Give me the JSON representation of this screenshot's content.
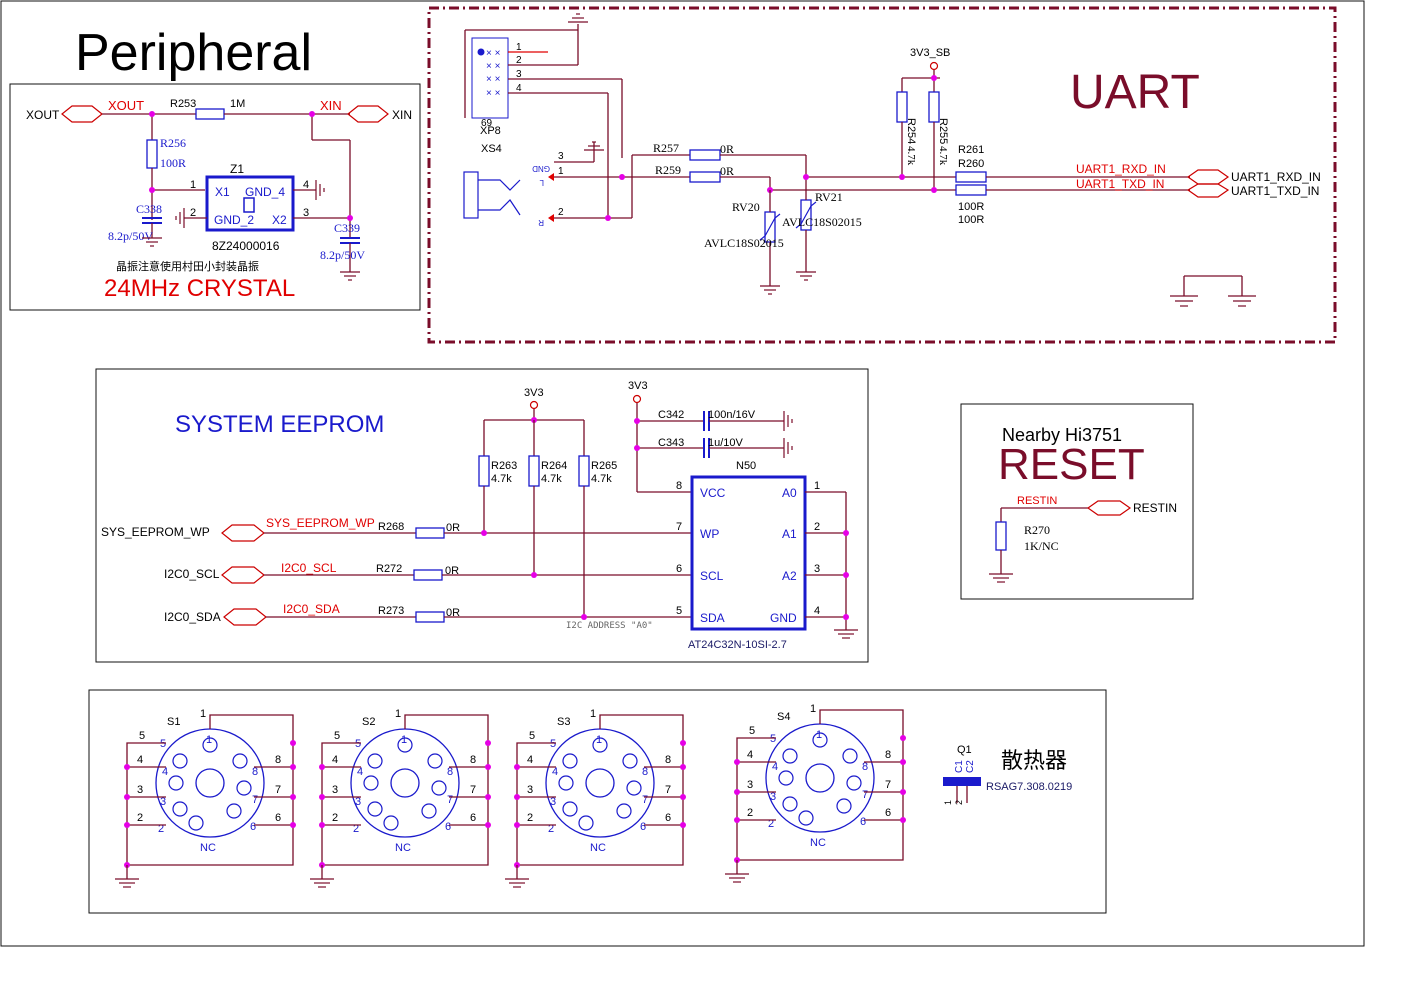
{
  "title": "Peripheral",
  "crystal": {
    "label": "24MHz CRYSTAL",
    "note": "晶振注意使用村田小封装晶振",
    "xout_port": "XOUT",
    "xout_net": "XOUT",
    "xin_port": "XIN",
    "xin_net": "XIN",
    "r253": "R253",
    "r253_val": "1M",
    "r256": "R256",
    "r256_val": "100R",
    "c338": "C338",
    "c338_val": "8.2p/50V",
    "c339": "C339",
    "c339_val": "8.2p/50V",
    "z1": "Z1",
    "z1_part": "8Z24000016",
    "pins": [
      "X1",
      "GND_4",
      "GND_2",
      "X2"
    ],
    "pin_nums": [
      "1",
      "4",
      "2",
      "3"
    ]
  },
  "uart": {
    "label": "UART",
    "xp8": "XP8",
    "xs4": "XS4",
    "xp8_pins": [
      "1",
      "2",
      "3",
      "4"
    ],
    "xp8_pin_69": "69",
    "xs4_pins": [
      "3",
      "1",
      "2"
    ],
    "xs4_side": [
      "GND",
      "L",
      "R"
    ],
    "r257": "R257",
    "r257_val": "0R",
    "r259": "R259",
    "r259_val": "0R",
    "rv20": "RV20",
    "rv21": "RV21",
    "rv_part": "AVLC18S02015",
    "supply": "3V3_SB",
    "r254": "R254",
    "r254_val": "4.7k",
    "r255": "R255",
    "r255_val": "4.7k",
    "r261": "R261",
    "r260": "R260",
    "r261_val": "100R",
    "r260_val": "100R",
    "rxd_net": "UART1_RXD_IN",
    "txd_net": "UART1_TXD_IN",
    "rxd_port": "UART1_RXD_IN",
    "txd_port": "UART1_TXD_IN"
  },
  "eeprom": {
    "label": "SYSTEM EEPROM",
    "supply": "3V3",
    "supply2": "3V3",
    "wp_port": "SYS_EEPROM_WP",
    "wp_net": "SYS_EEPROM_WP",
    "scl_port": "I2C0_SCL",
    "scl_net": "I2C0_SCL",
    "sda_port": "I2C0_SDA",
    "sda_net": "I2C0_SDA",
    "r263": "R263",
    "r264": "R264",
    "r265": "R265",
    "r26x_val": "4.7k",
    "r268": "R268",
    "r272": "R272",
    "r273": "R273",
    "zero": "0R",
    "c342": "C342",
    "c342_val": "100n/16V",
    "c343": "C343",
    "c343_val": "1u/10V",
    "n50": "N50",
    "n50_part": "AT24C32N-10SI-2.7",
    "left_pins": [
      {
        "num": "8",
        "name": "VCC"
      },
      {
        "num": "7",
        "name": "WP"
      },
      {
        "num": "6",
        "name": "SCL"
      },
      {
        "num": "5",
        "name": "SDA"
      }
    ],
    "right_pins": [
      {
        "num": "1",
        "name": "A0"
      },
      {
        "num": "2",
        "name": "A1"
      },
      {
        "num": "3",
        "name": "A2"
      },
      {
        "num": "4",
        "name": "GND"
      }
    ],
    "address_note": "I2C ADDRESS \"A0\""
  },
  "reset": {
    "title": "Nearby Hi3751",
    "label": "RESET",
    "net": "RESTIN",
    "port": "RESTIN",
    "r270": "R270",
    "r270_val": "1K/NC"
  },
  "sockets": {
    "items": [
      {
        "ref": "S1",
        "bottom": "NC"
      },
      {
        "ref": "S2",
        "bottom": "NC"
      },
      {
        "ref": "S3",
        "bottom": "NC"
      },
      {
        "ref": "S4",
        "bottom": "NC"
      }
    ],
    "pins": [
      "1",
      "2",
      "3",
      "4",
      "5",
      "6",
      "7",
      "8"
    ]
  },
  "heatsink": {
    "label": "散热器",
    "ref": "Q1",
    "part": "RSAG7.308.0219",
    "c1": "C1",
    "c2": "C2",
    "p1": "1",
    "p2": "2"
  },
  "colors": {
    "wire": "#7a0d2a",
    "net_label": "#e00000",
    "component": "#1a1acc",
    "junction": "#e600e6",
    "uart_frame": "#7a0d2a"
  }
}
